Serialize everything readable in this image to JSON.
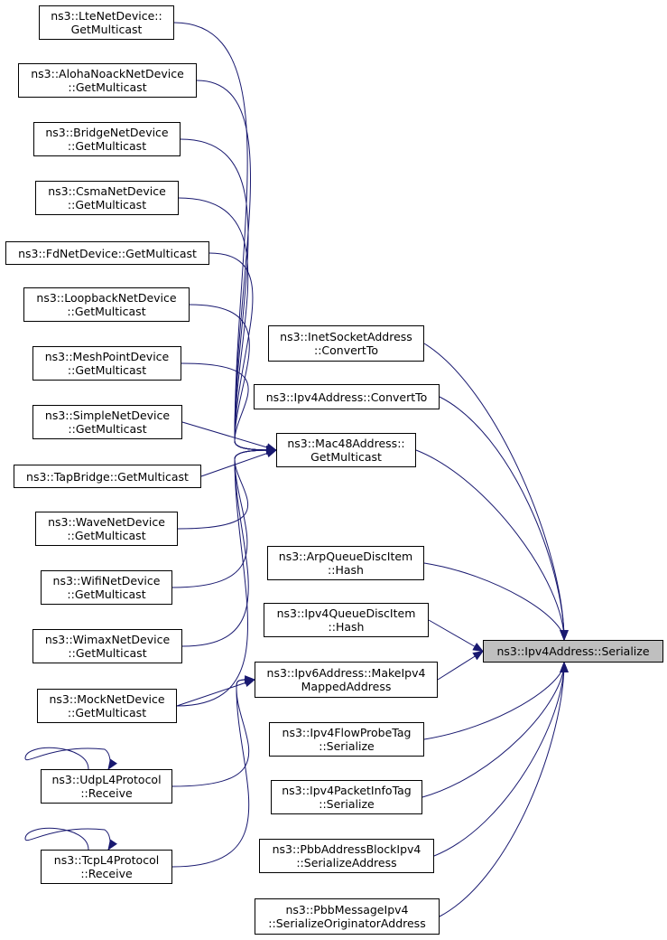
{
  "graph": {
    "target": {
      "id": "target",
      "lines": [
        "ns3::Ipv4Address::Serialize"
      ]
    },
    "nodes": [
      {
        "id": "lte",
        "lines": [
          "ns3::LteNetDevice::",
          "GetMulticast"
        ]
      },
      {
        "id": "aloha",
        "lines": [
          "ns3::AlohaNoackNetDevice",
          "::GetMulticast"
        ]
      },
      {
        "id": "bridge",
        "lines": [
          "ns3::BridgeNetDevice",
          "::GetMulticast"
        ]
      },
      {
        "id": "csma",
        "lines": [
          "ns3::CsmaNetDevice",
          "::GetMulticast"
        ]
      },
      {
        "id": "fd",
        "lines": [
          "ns3::FdNetDevice::GetMulticast"
        ]
      },
      {
        "id": "loopback",
        "lines": [
          "ns3::LoopbackNetDevice",
          "::GetMulticast"
        ]
      },
      {
        "id": "meshpoint",
        "lines": [
          "ns3::MeshPointDevice",
          "::GetMulticast"
        ]
      },
      {
        "id": "simple",
        "lines": [
          "ns3::SimpleNetDevice",
          "::GetMulticast"
        ]
      },
      {
        "id": "tapbridge",
        "lines": [
          "ns3::TapBridge::GetMulticast"
        ]
      },
      {
        "id": "wave",
        "lines": [
          "ns3::WaveNetDevice",
          "::GetMulticast"
        ]
      },
      {
        "id": "wifi",
        "lines": [
          "ns3::WifiNetDevice",
          "::GetMulticast"
        ]
      },
      {
        "id": "wimax",
        "lines": [
          "ns3::WimaxNetDevice",
          "::GetMulticast"
        ]
      },
      {
        "id": "mock",
        "lines": [
          "ns3::MockNetDevice",
          "::GetMulticast"
        ]
      },
      {
        "id": "udp",
        "lines": [
          "ns3::UdpL4Protocol",
          "::Receive"
        ]
      },
      {
        "id": "tcp",
        "lines": [
          "ns3::TcpL4Protocol",
          "::Receive"
        ]
      },
      {
        "id": "inetsock",
        "lines": [
          "ns3::InetSocketAddress",
          "::ConvertTo"
        ]
      },
      {
        "id": "ipv4conv",
        "lines": [
          "ns3::Ipv4Address::ConvertTo"
        ]
      },
      {
        "id": "mac48",
        "lines": [
          "ns3::Mac48Address::",
          "GetMulticast"
        ]
      },
      {
        "id": "arpq",
        "lines": [
          "ns3::ArpQueueDiscItem",
          "::Hash"
        ]
      },
      {
        "id": "ipv4q",
        "lines": [
          "ns3::Ipv4QueueDiscItem",
          "::Hash"
        ]
      },
      {
        "id": "ipv6map",
        "lines": [
          "ns3::Ipv6Address::MakeIpv4",
          "MappedAddress"
        ]
      },
      {
        "id": "flowprobe",
        "lines": [
          "ns3::Ipv4FlowProbeTag",
          "::Serialize"
        ]
      },
      {
        "id": "pktinfo",
        "lines": [
          "ns3::Ipv4PacketInfoTag",
          "::Serialize"
        ]
      },
      {
        "id": "pbbaddr",
        "lines": [
          "ns3::PbbAddressBlockIpv4",
          "::SerializeAddress"
        ]
      },
      {
        "id": "pbbmsg",
        "lines": [
          "ns3::PbbMessageIpv4",
          "::SerializeOriginatorAddress"
        ]
      }
    ],
    "edges": [
      [
        "lte",
        "mac48"
      ],
      [
        "aloha",
        "mac48"
      ],
      [
        "bridge",
        "mac48"
      ],
      [
        "csma",
        "mac48"
      ],
      [
        "fd",
        "mac48"
      ],
      [
        "loopback",
        "mac48"
      ],
      [
        "meshpoint",
        "mac48"
      ],
      [
        "simple",
        "mac48"
      ],
      [
        "tapbridge",
        "mac48"
      ],
      [
        "wave",
        "mac48"
      ],
      [
        "wifi",
        "mac48"
      ],
      [
        "wimax",
        "mac48"
      ],
      [
        "mock",
        "mac48"
      ],
      [
        "mock",
        "ipv6map"
      ],
      [
        "udp",
        "ipv6map"
      ],
      [
        "tcp",
        "ipv6map"
      ],
      [
        "udp",
        "udp"
      ],
      [
        "tcp",
        "tcp"
      ],
      [
        "inetsock",
        "target"
      ],
      [
        "ipv4conv",
        "target"
      ],
      [
        "mac48",
        "target"
      ],
      [
        "arpq",
        "target"
      ],
      [
        "ipv4q",
        "target"
      ],
      [
        "ipv6map",
        "target"
      ],
      [
        "flowprobe",
        "target"
      ],
      [
        "pktinfo",
        "target"
      ],
      [
        "pbbaddr",
        "target"
      ],
      [
        "pbbmsg",
        "target"
      ]
    ],
    "colors": {
      "edge": "#191970",
      "node_border": "#000000",
      "node_fill": "#ffffff",
      "target_fill": "#bfbfbf"
    }
  }
}
